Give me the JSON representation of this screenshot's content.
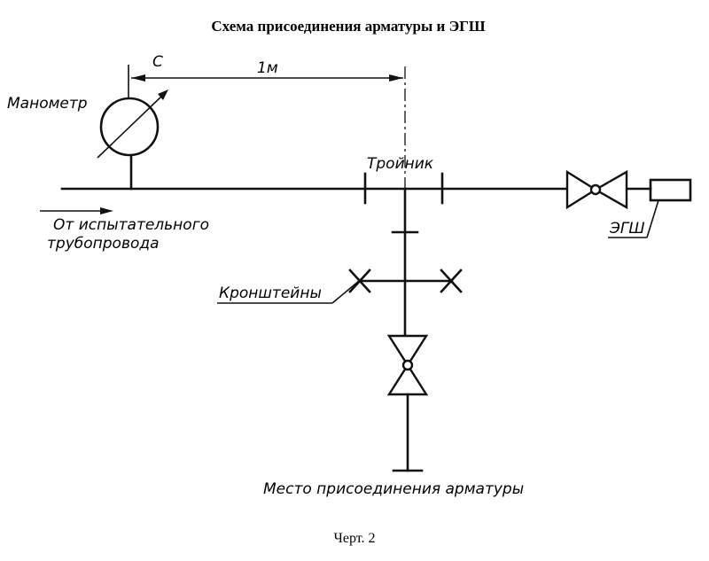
{
  "title": "Схема присоединения арматуры и ЭГШ",
  "labels": {
    "c_mark": "С",
    "distance": "1м",
    "manometer": "Манометр",
    "tee": "Тройник",
    "source_line1": "От испытательного",
    "source_line2": "трубопровода",
    "brackets": "Кронштейны",
    "egsh": "ЭГШ",
    "connection_point": "Место присоединения арматуры"
  },
  "caption": "Черт. 2"
}
